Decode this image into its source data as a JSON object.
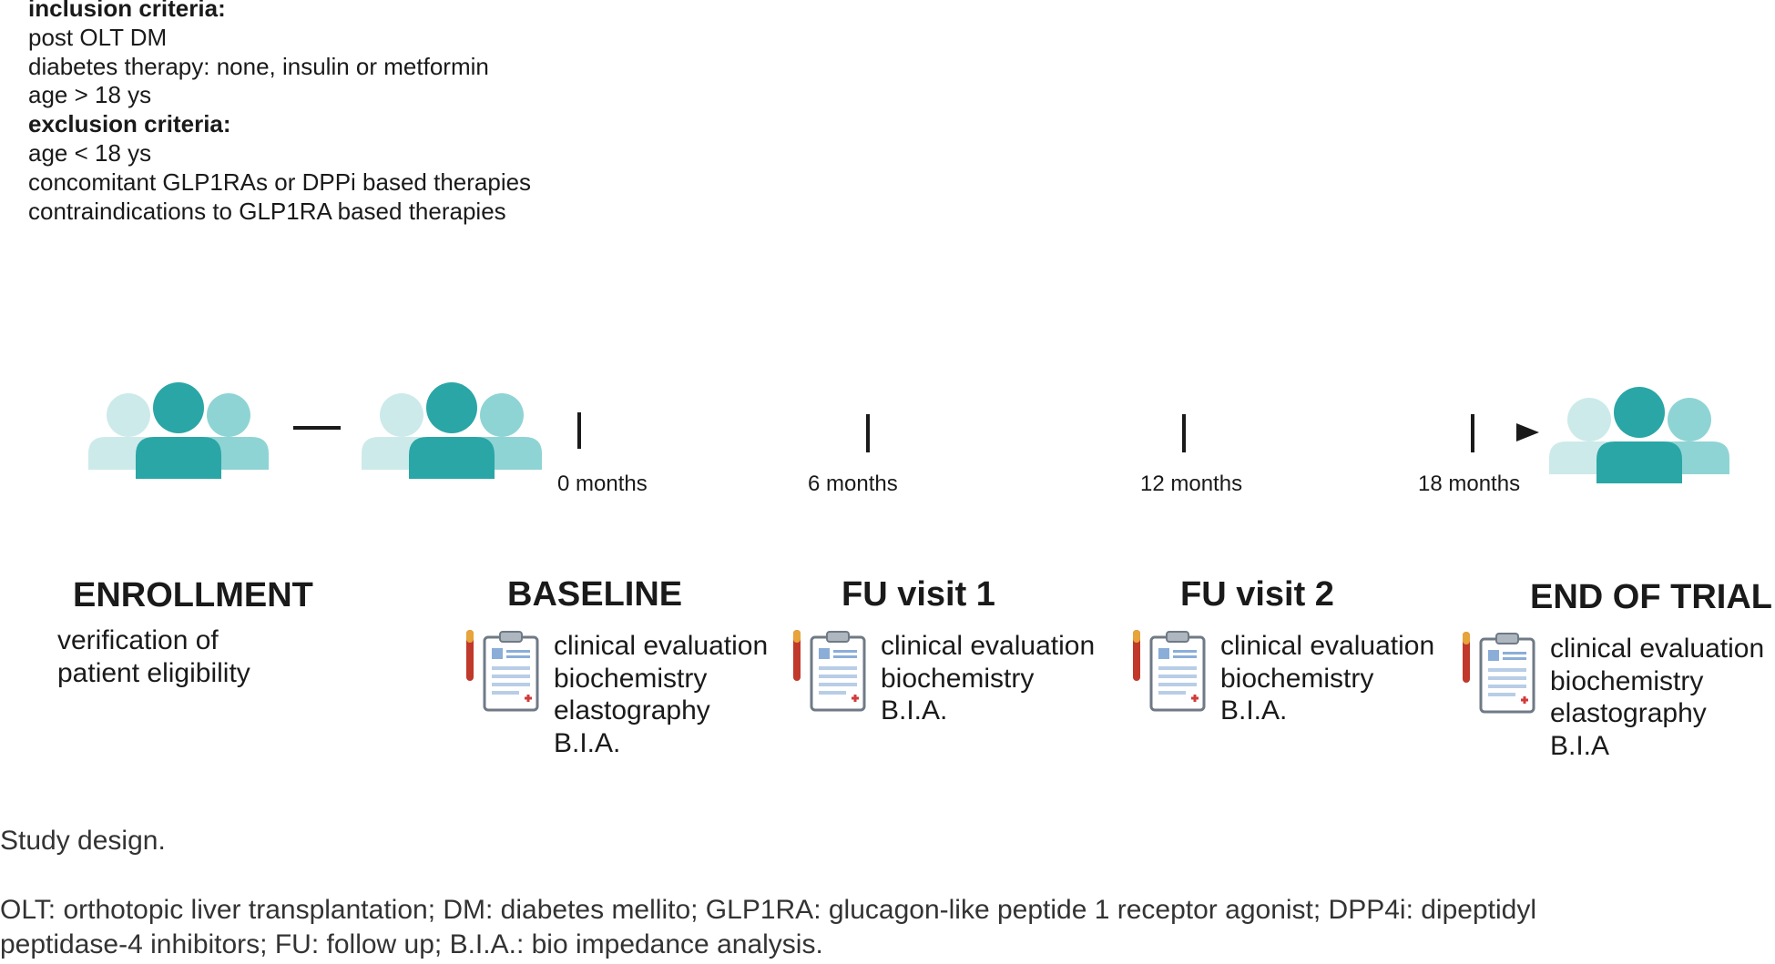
{
  "criteria": {
    "inclusion_heading": "inclusion criteria:",
    "inclusion_items": [
      "post OLT DM",
      "diabetes therapy: none, insulin or metformin",
      "age > 18 ys"
    ],
    "exclusion_heading": "exclusion criteria:",
    "exclusion_items": [
      "age < 18 ys",
      "concomitant GLP1RAs or DPPi based therapies",
      "contraindications to GLP1RA based therapies"
    ]
  },
  "timeline": {
    "months": [
      "0 months",
      "6 months",
      "12 months",
      "18 months"
    ]
  },
  "phases": [
    {
      "title": "ENROLLMENT",
      "items": [
        "verification of",
        "patient eligibility"
      ]
    },
    {
      "title": "BASELINE",
      "items": [
        "clinical evaluation",
        "biochemistry",
        "elastography",
        "B.I.A."
      ]
    },
    {
      "title": "FU visit 1",
      "items": [
        "clinical evaluation",
        "biochemistry",
        "B.I.A."
      ]
    },
    {
      "title": "FU visit 2",
      "items": [
        "clinical evaluation",
        "biochemistry",
        "B.I.A."
      ]
    },
    {
      "title": "END OF TRIAL",
      "items": [
        "clinical evaluation",
        "biochemistry",
        "elastography",
        "B.I.A"
      ]
    }
  ],
  "caption": {
    "title": "Study design.",
    "line1": "OLT: orthotopic liver transplantation; DM: diabetes mellito; GLP1RA: glucagon-like peptide 1 receptor agonist; DPP4i: dipeptidyl",
    "line2": "peptidase-4 inhibitors; FU: follow up; B.I.A.: bio impedance analysis."
  },
  "colors": {
    "teal_dark": "#2aa6a6",
    "teal_mid": "#8fd4d4",
    "teal_light": "#cdeaea",
    "axis": "#1a1a1a"
  }
}
